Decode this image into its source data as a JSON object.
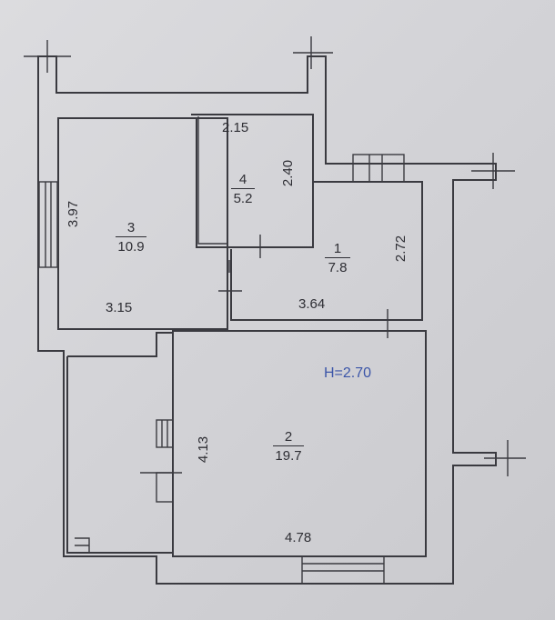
{
  "rooms": [
    {
      "number": "1",
      "area": "7.8"
    },
    {
      "number": "2",
      "area": "19.7"
    },
    {
      "number": "3",
      "area": "10.9"
    },
    {
      "number": "4",
      "area": "5.2"
    }
  ],
  "dimensions": {
    "room4_width": "2.15",
    "room4_height": "2.40",
    "room3_height": "3.97",
    "room3_width": "3.15",
    "room1_height": "2.72",
    "room1_width": "3.64",
    "room2_height": "4.13",
    "room2_width": "4.78"
  },
  "ceiling_height": "H=2.70",
  "colors": {
    "wall": "#3a3a40",
    "height_label": "#3b55a8"
  }
}
